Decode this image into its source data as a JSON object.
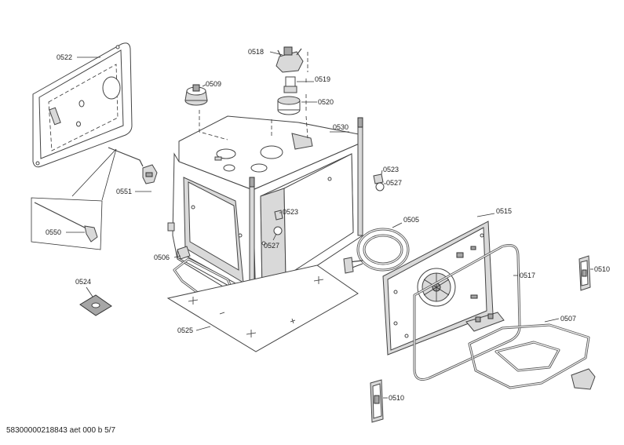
{
  "parts": {
    "p0522": "0522",
    "p0518": "0518",
    "p0519": "0519",
    "p0509": "0509",
    "p0520": "0520",
    "p0530": "0530",
    "p0523a": "0523",
    "p0527a": "0527",
    "p0551": "0551",
    "p0550": "0550",
    "p0523b": "0523",
    "p0527b": "0527",
    "p0505": "0505",
    "p0515": "0515",
    "p0506": "0506",
    "p0524": "0524",
    "p0517": "0517",
    "p0510a": "0510",
    "p0507": "0507",
    "p0525": "0525",
    "p0510b": "0510"
  },
  "footer": "58300000218843 aet 000 b 5/7"
}
